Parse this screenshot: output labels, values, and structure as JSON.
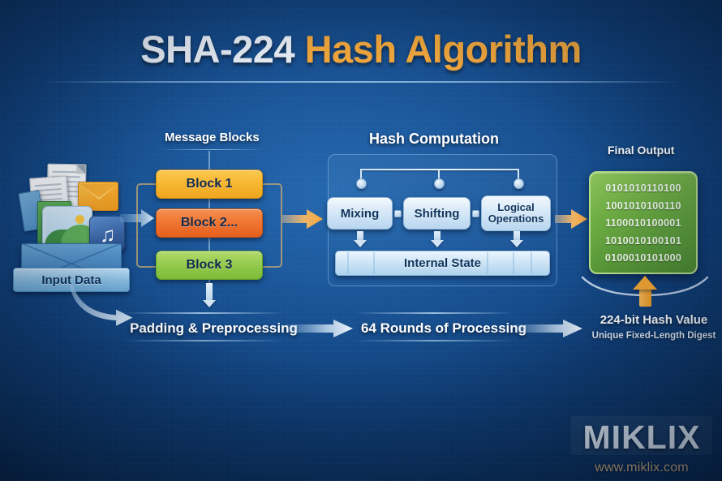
{
  "title": {
    "main": "SHA-224",
    "accent": "Hash Algorithm"
  },
  "colors": {
    "background_deep": "#072750",
    "background_center": "#2467ae",
    "title_white": "#eef4fb",
    "title_gold": "#f5a93c",
    "block1": "#f6b52f",
    "block2": "#ef7330",
    "block3": "#92c94c",
    "output_green": "#6fae44",
    "arrow_orange": "#f6a834",
    "arrow_blue": "#cfe3f5"
  },
  "input": {
    "label": "Input Data",
    "icon": "documents-envelope-icon",
    "items": [
      "document-icon",
      "email-icon",
      "image-icon",
      "music-note-icon"
    ]
  },
  "message_blocks": {
    "caption": "Message Blocks",
    "blocks": [
      {
        "label": "Block 1"
      },
      {
        "label": "Block 2..."
      },
      {
        "label": "Block 3"
      }
    ]
  },
  "hash_computation": {
    "caption": "Hash Computation",
    "operations": [
      {
        "label": "Mixing"
      },
      {
        "label": "Shifting"
      },
      {
        "label": "Logical\nOperations",
        "line1": "Logical",
        "line2": "Operations"
      }
    ],
    "internal_state": "Internal State"
  },
  "final_output": {
    "caption": "Final Output",
    "bits": [
      "0101010110100",
      "1001010100110",
      "1100010100001",
      "1010010100101",
      "0100010101000"
    ],
    "value_label": "224-bit Hash Value",
    "value_sublabel": "Unique Fixed-Length Digest"
  },
  "flow": {
    "padding": "Padding & Preprocessing",
    "rounds": "64 Rounds of Processing"
  },
  "watermark": {
    "brand": "MIKLIX",
    "url": "www.miklix.com"
  }
}
